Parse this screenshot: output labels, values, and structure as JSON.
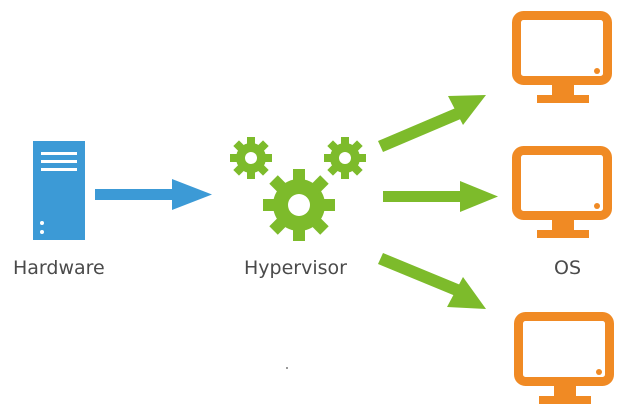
{
  "labels": {
    "hardware": "Hardware",
    "hypervisor": "Hypervisor",
    "os": "OS"
  },
  "colors": {
    "server": "#3c9ad6",
    "arrow_blue": "#3c9ad6",
    "gear": "#7dbb2b",
    "arrow_green": "#7dbb2b",
    "monitor": "#f08a24",
    "text": "#4a4a4a"
  },
  "icons": {
    "hardware": "server-tower-icon",
    "hypervisor": "gears-icon",
    "os": "monitor-icon"
  }
}
